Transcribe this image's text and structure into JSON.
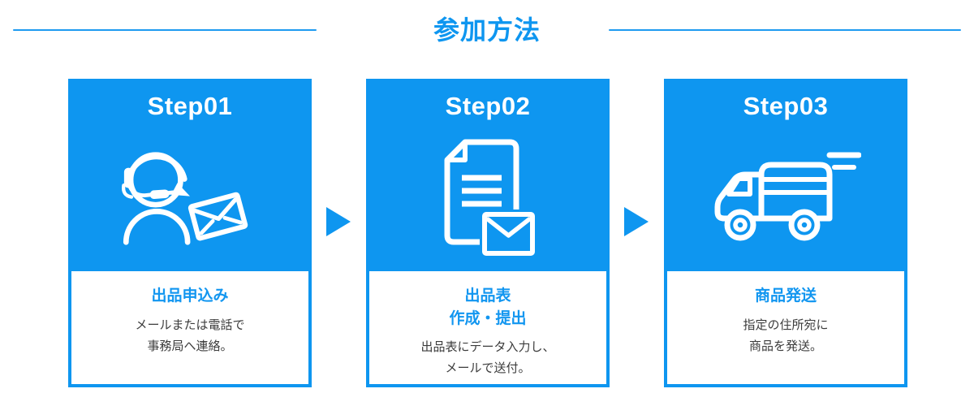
{
  "header": {
    "title": "参加方法"
  },
  "colors": {
    "accent_blue": "#0E96F0",
    "heading_blue": "#1296F0",
    "body_text": "#3C3C3C",
    "card_background": "#FFFFFF"
  },
  "steps": [
    {
      "step_label": "Step01",
      "icon": "headset-operator-envelope-icon",
      "title_lines": [
        "出品申込み"
      ],
      "desc_lines": [
        "メールまたは電話で",
        "事務局へ連絡。"
      ]
    },
    {
      "step_label": "Step02",
      "icon": "document-envelope-icon",
      "title_lines": [
        "出品表",
        "作成・提出"
      ],
      "desc_lines": [
        "出品表にデータ入力し、",
        "メールで送付。"
      ]
    },
    {
      "step_label": "Step03",
      "icon": "delivery-truck-icon",
      "title_lines": [
        "商品発送"
      ],
      "desc_lines": [
        "指定の住所宛に",
        "商品を発送。"
      ]
    }
  ],
  "arrow_icon": "right-triangle-arrow"
}
